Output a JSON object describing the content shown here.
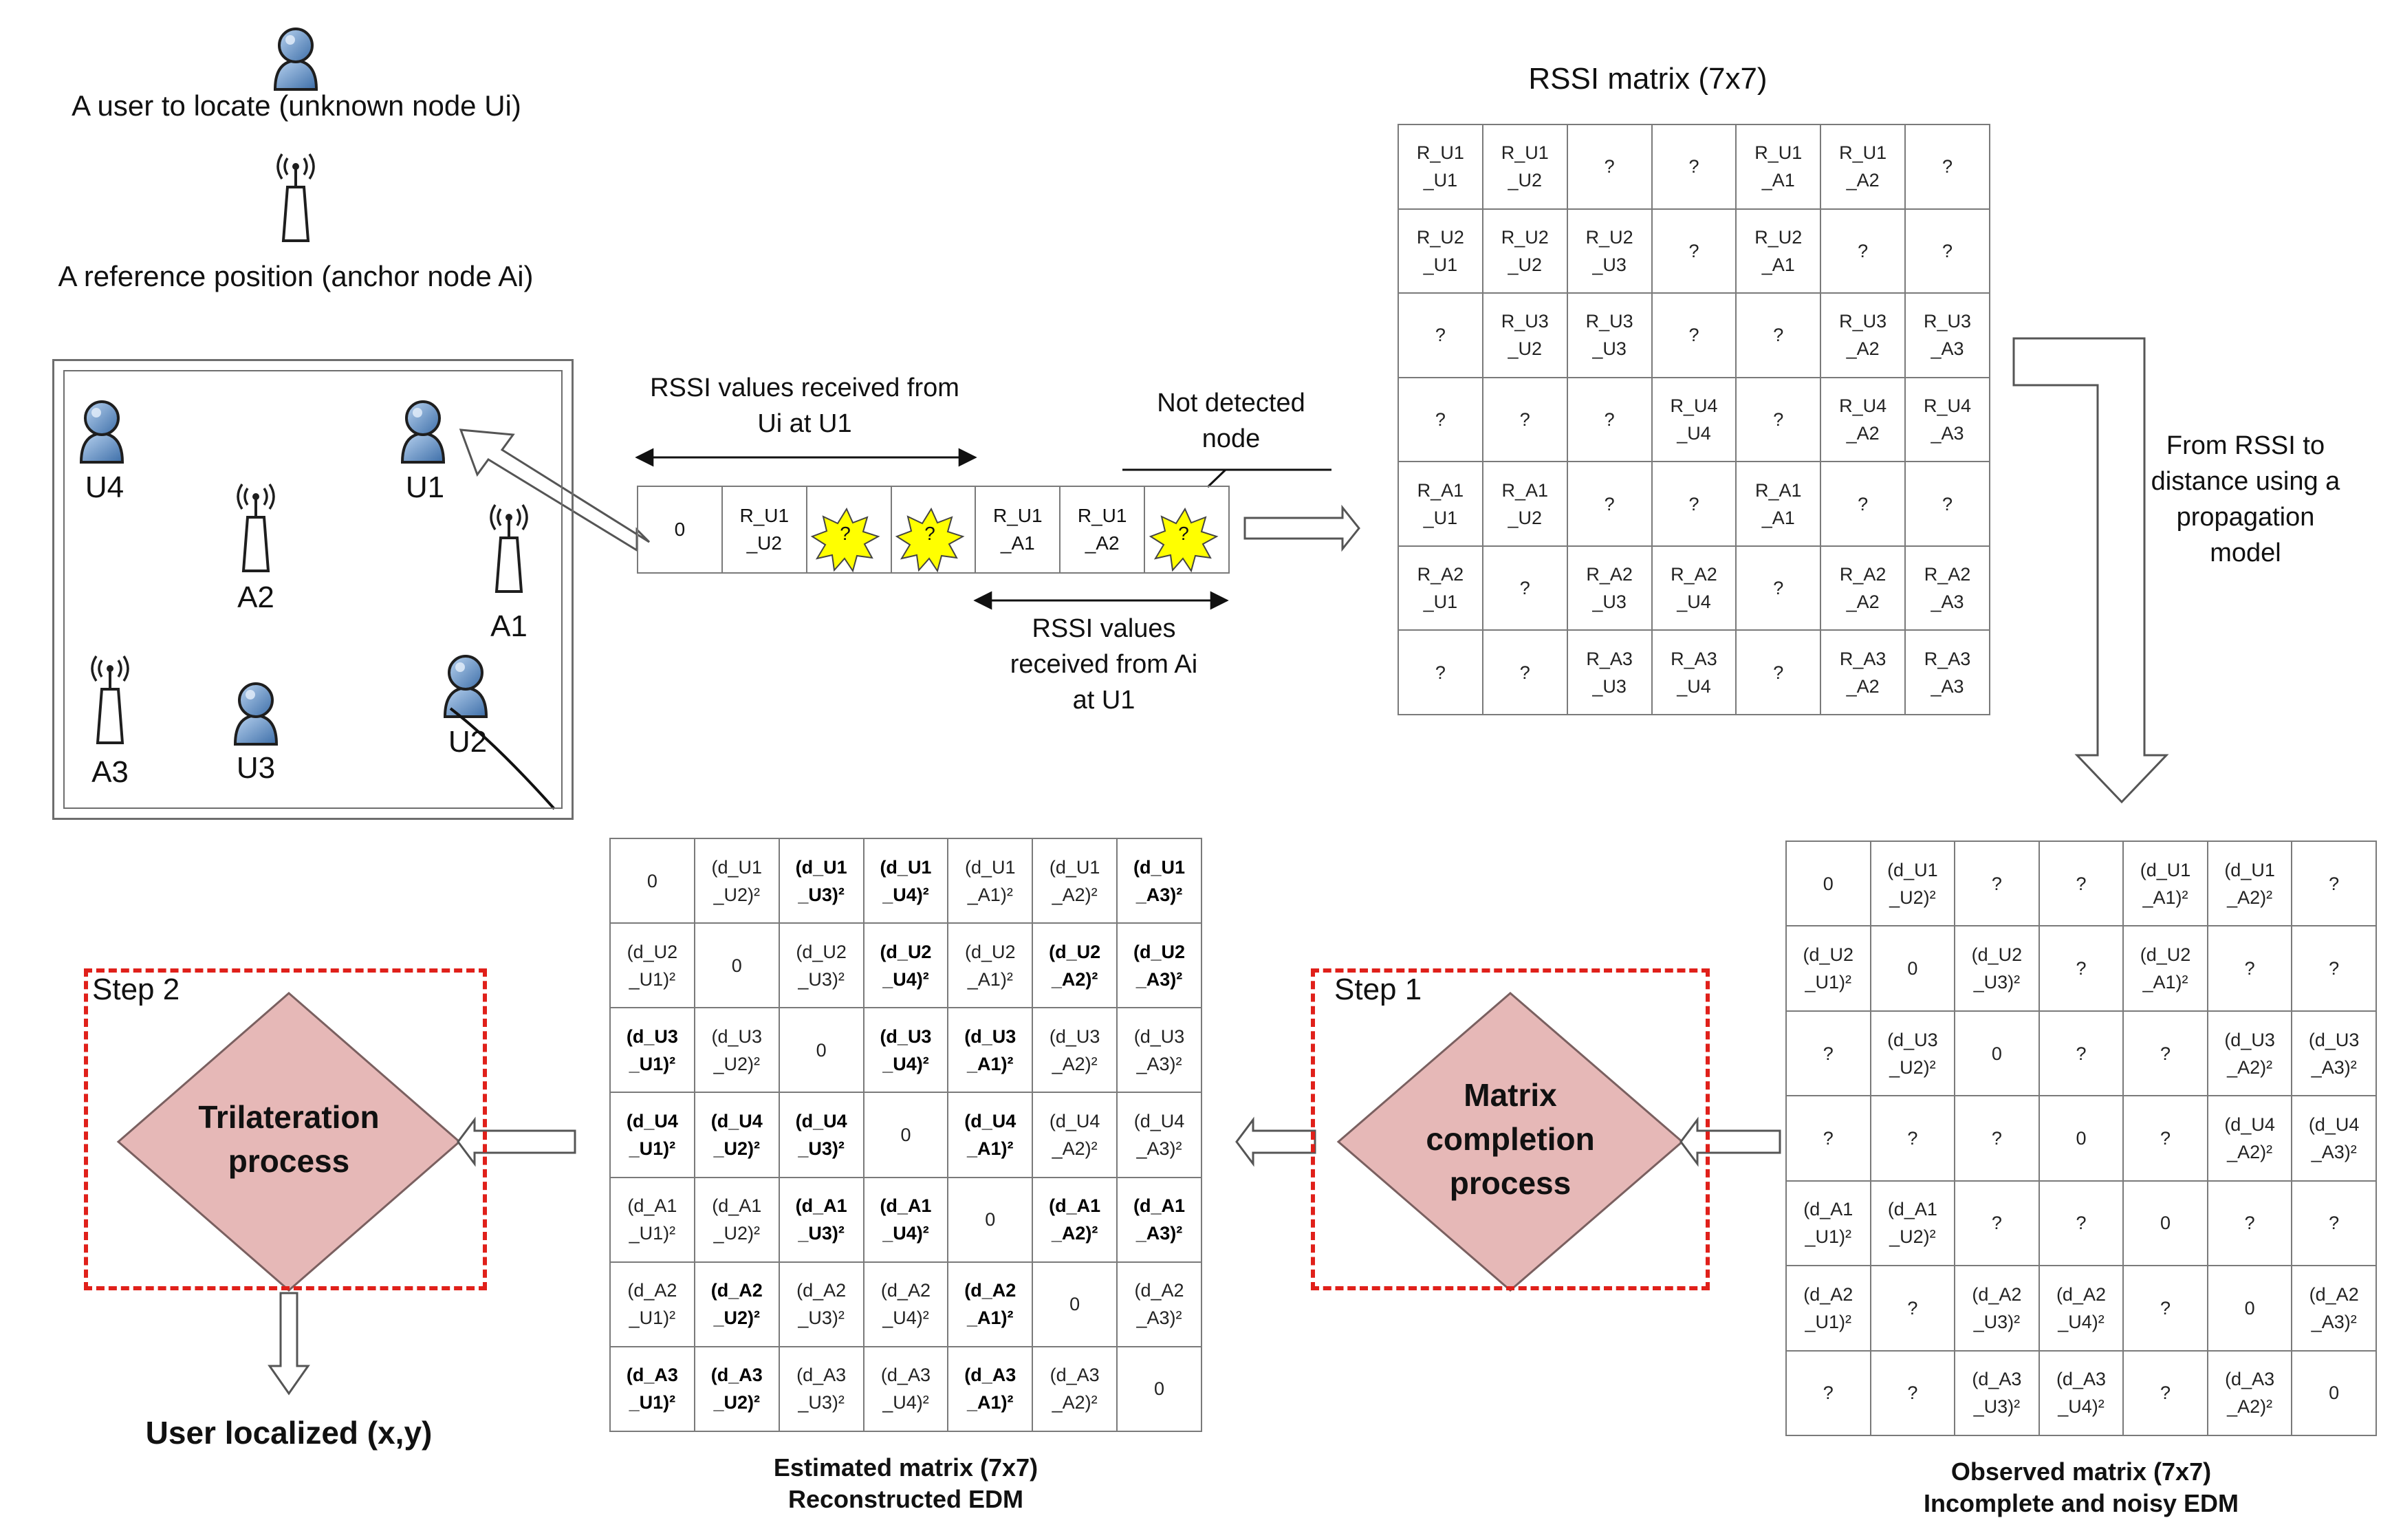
{
  "legend": {
    "user_text": "A user to locate (unknown node Ui)",
    "anchor_text": "A reference position (anchor node Ai)"
  },
  "room": {
    "users": [
      "U4",
      "U1",
      "U2",
      "U3"
    ],
    "anchors": [
      "A2",
      "A1",
      "A3"
    ]
  },
  "rssi_strip": {
    "label_users": "RSSI values received from\nUi at U1",
    "label_not_detected": "Not detected\nnode",
    "label_anchors": "RSSI values\nreceived from  Ai\nat U1",
    "cells": [
      "0",
      "R_U1\n_U2",
      "?",
      "?",
      "R_U1\n_A1",
      "R_U1\n_A2",
      "?"
    ]
  },
  "rssi_matrix": {
    "title": "RSSI matrix (7x7)",
    "rows": [
      [
        "R_U1\n_U1",
        "R_U1\n_U2",
        "?",
        "?",
        "R_U1\n_A1",
        "R_U1\n_A2",
        "?"
      ],
      [
        "R_U2\n_U1",
        "R_U2\n_U2",
        "R_U2\n_U3",
        "?",
        "R_U2\n_A1",
        "?",
        "?"
      ],
      [
        "?",
        "R_U3\n_U2",
        "R_U3\n_U3",
        "?",
        "?",
        "R_U3\n_A2",
        "R_U3\n_A3"
      ],
      [
        "?",
        "?",
        "?",
        "R_U4\n_U4",
        "?",
        "R_U4\n_A2",
        "R_U4\n_A3"
      ],
      [
        "R_A1\n_U1",
        "R_A1\n_U2",
        "?",
        "?",
        "R_A1\n_A1",
        "?",
        "?"
      ],
      [
        "R_A2\n_U1",
        "?",
        "R_A2\n_U3",
        "R_A2\n_U4",
        "?",
        "R_A2\n_A2",
        "R_A2\n_A3"
      ],
      [
        "?",
        "?",
        "R_A3\n_U3",
        "R_A3\n_U4",
        "?",
        "R_A3\n_A2",
        "R_A3\n_A3"
      ]
    ]
  },
  "conversion_label": "From RSSI to\ndistance using a\npropagation\nmodel",
  "observed_matrix": {
    "caption_line1": "Observed matrix (7x7)",
    "caption_line2": "Incomplete and noisy EDM",
    "rows": [
      [
        "0",
        "(d_U1\n_U2)²",
        "?",
        "?",
        "(d_U1\n_A1)²",
        "(d_U1\n_A2)²",
        "?"
      ],
      [
        "(d_U2\n_U1)²",
        "0",
        "(d_U2\n_U3)²",
        "?",
        "(d_U2\n_A1)²",
        "?",
        "?"
      ],
      [
        "?",
        "(d_U3\n_U2)²",
        "0",
        "?",
        "?",
        "(d_U3\n_A2)²",
        "(d_U3\n_A3)²"
      ],
      [
        "?",
        "?",
        "?",
        "0",
        "?",
        "(d_U4\n_A2)²",
        "(d_U4\n_A3)²"
      ],
      [
        "(d_A1\n_U1)²",
        "(d_A1\n_U2)²",
        "?",
        "?",
        "0",
        "?",
        "?"
      ],
      [
        "(d_A2\n_U1)²",
        "?",
        "(d_A2\n_U3)²",
        "(d_A2\n_U4)²",
        "?",
        "0",
        "(d_A2\n_A3)²"
      ],
      [
        "?",
        "?",
        "(d_A3\n_U3)²",
        "(d_A3\n_U4)²",
        "?",
        "(d_A3\n_A2)²",
        "0"
      ]
    ]
  },
  "estimated_matrix": {
    "caption_line1": "Estimated matrix (7x7)",
    "caption_line2": "Reconstructed EDM",
    "rows": [
      [
        "0",
        "(d_U1\n_U2)²",
        "(d_U1\n_U3)²",
        "(d_U1\n_U4)²",
        "(d_U1\n_A1)²",
        "(d_U1\n_A2)²",
        "(d_U1\n_A3)²"
      ],
      [
        "(d_U2\n_U1)²",
        "0",
        "(d_U2\n_U3)²",
        "(d_U2\n_U4)²",
        "(d_U2\n_A1)²",
        "(d_U2\n_A2)²",
        "(d_U2\n_A3)²"
      ],
      [
        "(d_U3\n_U1)²",
        "(d_U3\n_U2)²",
        "0",
        "(d_U3\n_U4)²",
        "(d_U3\n_A1)²",
        "(d_U3\n_A2)²",
        "(d_U3\n_A3)²"
      ],
      [
        "(d_U4\n_U1)²",
        "(d_U4\n_U2)²",
        "(d_U4\n_U3)²",
        "0",
        "(d_U4\n_A1)²",
        "(d_U4\n_A2)²",
        "(d_U4\n_A3)²"
      ],
      [
        "(d_A1\n_U1)²",
        "(d_A1\n_U2)²",
        "(d_A1\n_U3)²",
        "(d_A1\n_U4)²",
        "0",
        "(d_A1\n_A2)²",
        "(d_A1\n_A3)²"
      ],
      [
        "(d_A2\n_U1)²",
        "(d_A2\n_U2)²",
        "(d_A2\n_U3)²",
        "(d_A2\n_U4)²",
        "(d_A2\n_A1)²",
        "0",
        "(d_A2\n_A3)²"
      ],
      [
        "(d_A3\n_U1)²",
        "(d_A3\n_U2)²",
        "(d_A3\n_U3)²",
        "(d_A3\n_U4)²",
        "(d_A3\n_A1)²",
        "(d_A3\n_A2)²",
        "0"
      ]
    ],
    "bold_cells": [
      [
        0,
        2
      ],
      [
        0,
        3
      ],
      [
        0,
        6
      ],
      [
        1,
        3
      ],
      [
        1,
        5
      ],
      [
        1,
        6
      ],
      [
        2,
        0
      ],
      [
        2,
        3
      ],
      [
        2,
        4
      ],
      [
        3,
        0
      ],
      [
        3,
        1
      ],
      [
        3,
        2
      ],
      [
        3,
        4
      ],
      [
        4,
        2
      ],
      [
        4,
        3
      ],
      [
        4,
        5
      ],
      [
        4,
        6
      ],
      [
        5,
        1
      ],
      [
        5,
        4
      ],
      [
        6,
        0
      ],
      [
        6,
        1
      ],
      [
        6,
        4
      ]
    ]
  },
  "step1": {
    "label": "Step 1",
    "process": "Matrix\ncompletion\nprocess"
  },
  "step2": {
    "label": "Step 2",
    "process": "Trilateration\nprocess"
  },
  "result": "User localized (x,y)",
  "colors": {
    "user_icon": "#5b8dc4",
    "star": "#ffff00",
    "diamond_fill": "#e6b8b7",
    "dashed_border": "#e0201a",
    "grid_line": "#7a7a7a"
  }
}
